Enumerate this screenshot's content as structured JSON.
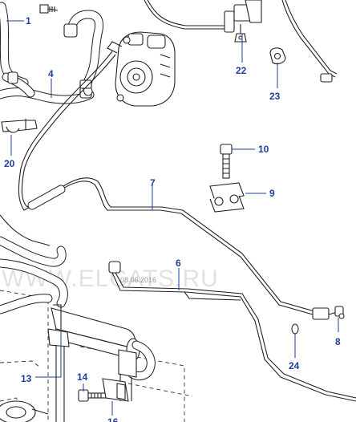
{
  "callouts": {
    "c1": "1",
    "c4": "4",
    "c6": "6",
    "c7": "7",
    "c8": "8",
    "c9": "9",
    "c10": "10",
    "c13": "13",
    "c14": "14",
    "c16": "16",
    "c20": "20",
    "c22": "22",
    "c23": "23",
    "c24": "24"
  },
  "watermark": {
    "text": "WWW.ELCATS.RU",
    "date": "08.06.2016"
  },
  "colors": {
    "callout": "#1f3f9a",
    "line": "#222222",
    "watermark": "#c8c8c8"
  }
}
